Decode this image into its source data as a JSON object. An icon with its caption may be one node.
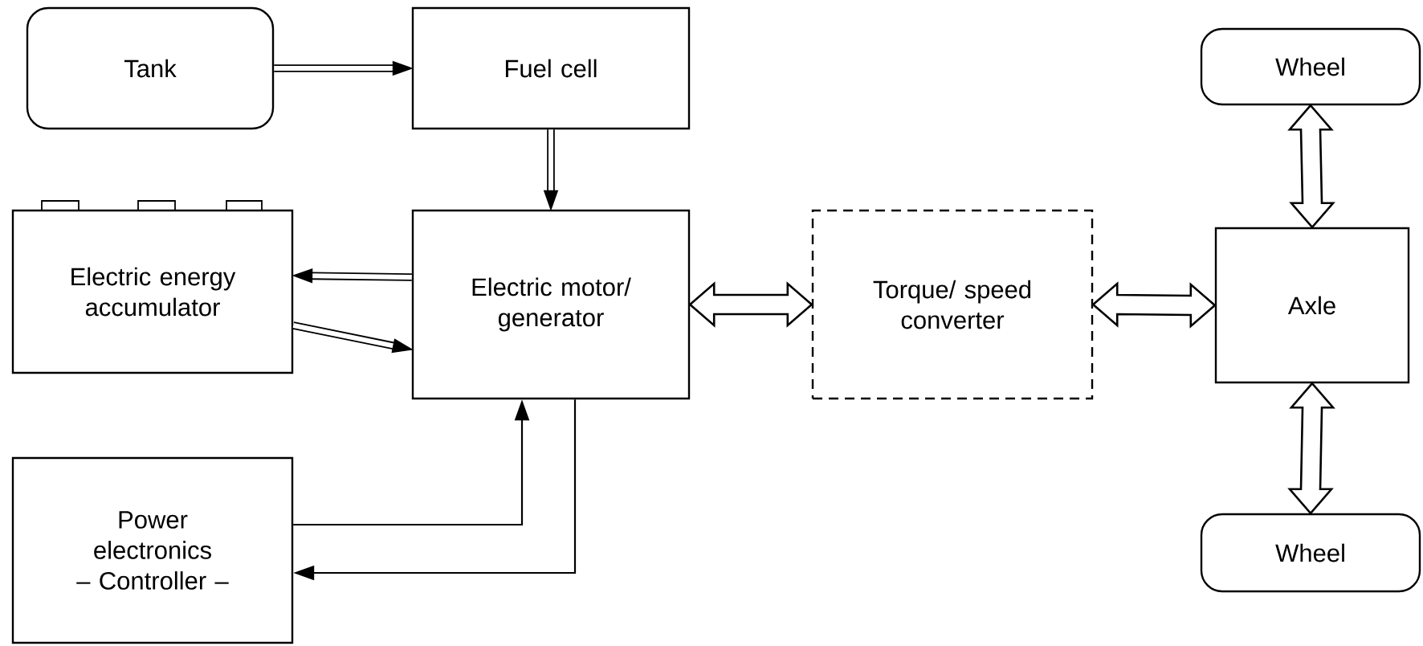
{
  "diagram": {
    "nodes": [
      {
        "text": [
          "Tank"
        ]
      },
      {
        "text": [
          "Fuel cell"
        ]
      },
      {
        "text": [
          "Electric energy accumulator"
        ]
      },
      {
        "text": [
          "Electric motor/ generator"
        ]
      },
      {
        "text": [
          "Power electronics – Controller –"
        ]
      },
      {
        "text": [
          "Torque/ speed converter"
        ]
      },
      {
        "text": [
          "Wheel"
        ]
      },
      {
        "text": [
          "Axle"
        ]
      },
      {
        "text": [
          "Wheel"
        ]
      }
    ],
    "edges": [
      {
        "from": 0,
        "to": 1,
        "arrow": "to"
      },
      {
        "from": 1,
        "to": 3,
        "arrow": "to"
      },
      {
        "from": 3,
        "to": 2,
        "arrow": "to"
      },
      {
        "from": 2,
        "to": 3,
        "arrow": "to"
      },
      {
        "from": 4,
        "to": 3,
        "arrow": "to"
      },
      {
        "from": 3,
        "to": 4,
        "arrow": "to"
      },
      {
        "from": 3,
        "to": 5,
        "arrow": "both"
      },
      {
        "from": 5,
        "to": 7,
        "arrow": "both"
      },
      {
        "from": 6,
        "to": 7,
        "arrow": "both"
      },
      {
        "from": 7,
        "to": 8,
        "arrow": "both"
      }
    ]
  }
}
